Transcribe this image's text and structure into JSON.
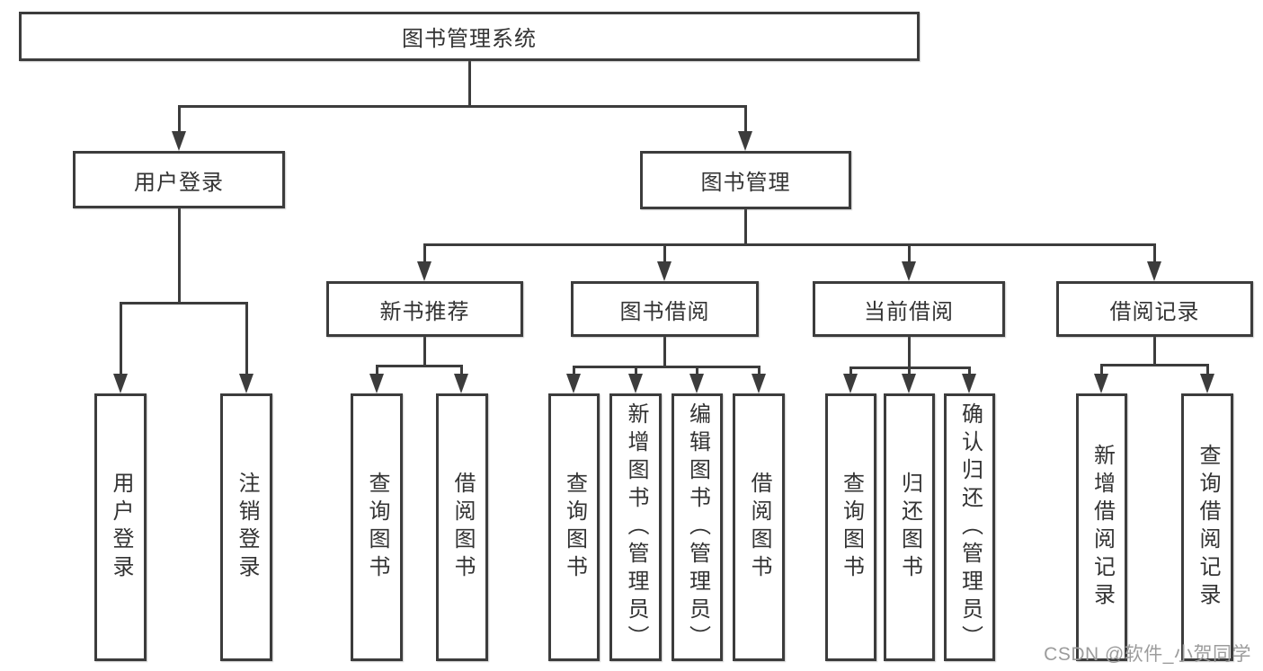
{
  "diagram_type": "hierarchy-tree",
  "tree": {
    "label": "图书管理系统",
    "children": [
      {
        "label": "用户登录",
        "children": [
          {
            "label": "用户登录"
          },
          {
            "label": "注销登录"
          }
        ]
      },
      {
        "label": "图书管理",
        "children": [
          {
            "label": "新书推荐",
            "children": [
              {
                "label": "查询图书"
              },
              {
                "label": "借阅图书"
              }
            ]
          },
          {
            "label": "图书借阅",
            "children": [
              {
                "label": "查询图书"
              },
              {
                "label": "新增图书（管理员）"
              },
              {
                "label": "编辑图书（管理员）"
              },
              {
                "label": "借阅图书"
              }
            ]
          },
          {
            "label": "当前借阅",
            "children": [
              {
                "label": "查询图书"
              },
              {
                "label": "归还图书"
              },
              {
                "label": "确认归还（管理员）"
              }
            ]
          },
          {
            "label": "借阅记录",
            "children": [
              {
                "label": "新增借阅记录"
              },
              {
                "label": "查询借阅记录"
              }
            ]
          }
        ]
      }
    ]
  },
  "watermark": {
    "text": "CSDN @软件_小贺同学"
  },
  "colors": {
    "line": "#3c3c3c",
    "text": "#333333",
    "watermark": "#9c9c9c",
    "background": "#ffffff"
  }
}
